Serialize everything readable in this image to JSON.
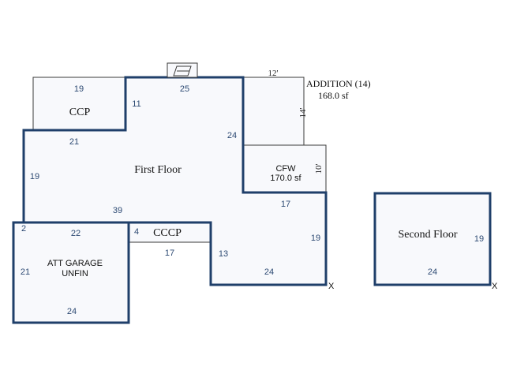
{
  "areas": {
    "ccp": "CCP",
    "first_floor": "First Floor",
    "cccp": "CCCP",
    "att_garage": [
      "ATT GARAGE",
      "UNFIN"
    ],
    "cfw": [
      "CFW",
      "170.0 sf"
    ],
    "addition": [
      "ADDITION (14)",
      "168.0 sf"
    ],
    "second_floor": "Second Floor"
  },
  "dimensions": {
    "ccp_top": "19",
    "first_top": "25",
    "first_left_notch": "11",
    "ccp_bottom": "21",
    "first_left": "19",
    "first_right_upper": "24",
    "first_bottom": "39",
    "garage_top": "22",
    "garage_left": "21",
    "garage_bottom": "24",
    "garage_corner": "2",
    "cccp_left": "4",
    "cccp_bottom": "17",
    "lower_left": "13",
    "lower_bottom": "24",
    "lower_top": "17",
    "lower_right": "19",
    "addition_top": "12'",
    "addition_side": "14'",
    "cfw_side": "10'",
    "second_right": "19",
    "second_bottom": "24"
  },
  "markers": {
    "x1": "X",
    "x2": "X"
  }
}
